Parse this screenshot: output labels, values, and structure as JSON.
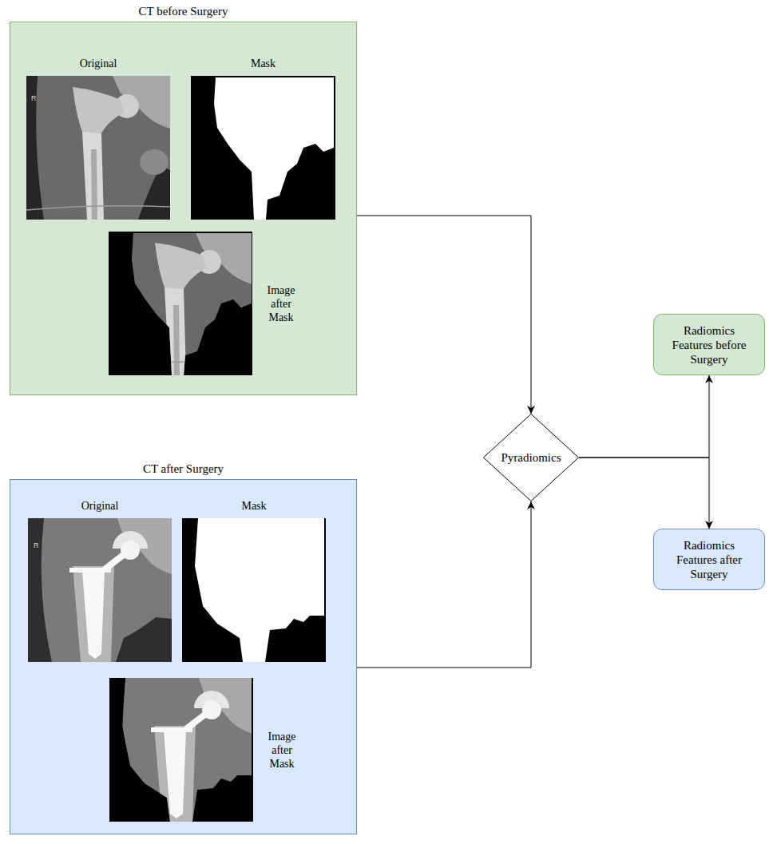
{
  "diagram": {
    "nodes": [
      {
        "text": [
          "CT before Surgery"
        ]
      },
      {
        "text": [
          "Original"
        ],
        "in": 0
      },
      {
        "text": [
          "Mask"
        ],
        "in": 0
      },
      {
        "text": [
          "Image after Mask"
        ],
        "in": 0
      },
      {
        "text": [
          "CT after Surgery"
        ]
      },
      {
        "text": [
          "Original"
        ],
        "in": 4
      },
      {
        "text": [
          "Mask"
        ],
        "in": 4
      },
      {
        "text": [
          "Image after Mask"
        ],
        "in": 4
      },
      {
        "text": [
          "Pyradiomics"
        ]
      },
      {
        "text": [
          "Radiomics Features before Surgery"
        ]
      },
      {
        "text": [
          "Radiomics Features after Surgery"
        ]
      }
    ],
    "edges": [
      {
        "from": 0,
        "to": 8,
        "arrow": "to"
      },
      {
        "from": 4,
        "to": 8,
        "arrow": "to"
      },
      {
        "from": 8,
        "to": 9,
        "arrow": "to"
      },
      {
        "from": 8,
        "to": 10,
        "arrow": "to"
      }
    ],
    "labels": [
      "R",
      "R"
    ]
  }
}
